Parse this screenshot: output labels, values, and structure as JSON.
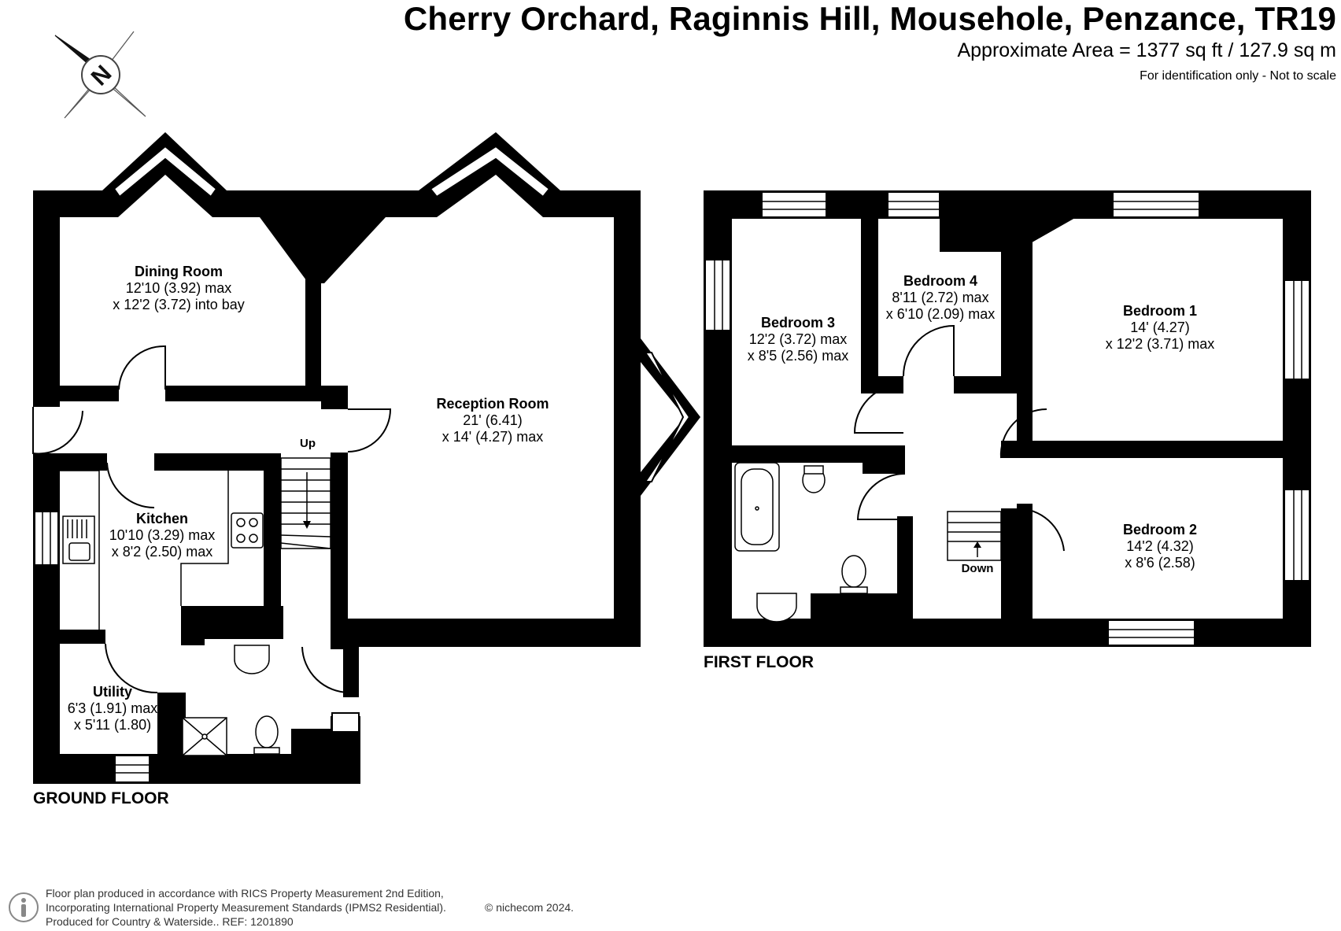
{
  "header": {
    "title": "Cherry Orchard, Raginnis Hill, Mousehole, Penzance, TR19",
    "area": "Approximate Area = 1377 sq ft / 127.9 sq m",
    "disclaimer": "For identification only - Not to scale"
  },
  "compass": {
    "letter": "N",
    "icon": "north-compass-icon"
  },
  "floors": {
    "ground": {
      "label": "GROUND FLOOR"
    },
    "first": {
      "label": "FIRST FLOOR"
    }
  },
  "rooms": {
    "dining": {
      "name": "Dining Room",
      "dim1": "12'10 (3.92) max",
      "dim2": "x 12'2 (3.72) into bay"
    },
    "reception": {
      "name": "Reception Room",
      "dim1": "21' (6.41)",
      "dim2": "x 14' (4.27) max"
    },
    "kitchen": {
      "name": "Kitchen",
      "dim1": "10'10 (3.29) max",
      "dim2": "x 8'2 (2.50) max"
    },
    "utility": {
      "name": "Utility",
      "dim1": "6'3 (1.91) max",
      "dim2": "x 5'11 (1.80)"
    },
    "bedroom3": {
      "name": "Bedroom 3",
      "dim1": "12'2 (3.72) max",
      "dim2": "x 8'5 (2.56) max"
    },
    "bedroom4": {
      "name": "Bedroom 4",
      "dim1": "8'11 (2.72) max",
      "dim2": "x 6'10 (2.09) max"
    },
    "bedroom1": {
      "name": "Bedroom 1",
      "dim1": "14' (4.27)",
      "dim2": "x 12'2 (3.71) max"
    },
    "bedroom2": {
      "name": "Bedroom 2",
      "dim1": "14'2 (4.32)",
      "dim2": "x 8'6 (2.58)"
    }
  },
  "stairs": {
    "up": "Up",
    "down": "Down"
  },
  "footer": {
    "line1": "Floor plan produced in accordance with RICS Property Measurement 2nd Edition,",
    "line2": "Incorporating International Property Measurement Standards (IPMS2 Residential).",
    "line3": "Produced for Country & Waterside..   REF: 1201890",
    "copyright": "© nichecom 2024."
  },
  "colors": {
    "wall": "#000000",
    "background": "#ffffff",
    "window": "#ffffff",
    "fixture_stroke": "#444444"
  }
}
